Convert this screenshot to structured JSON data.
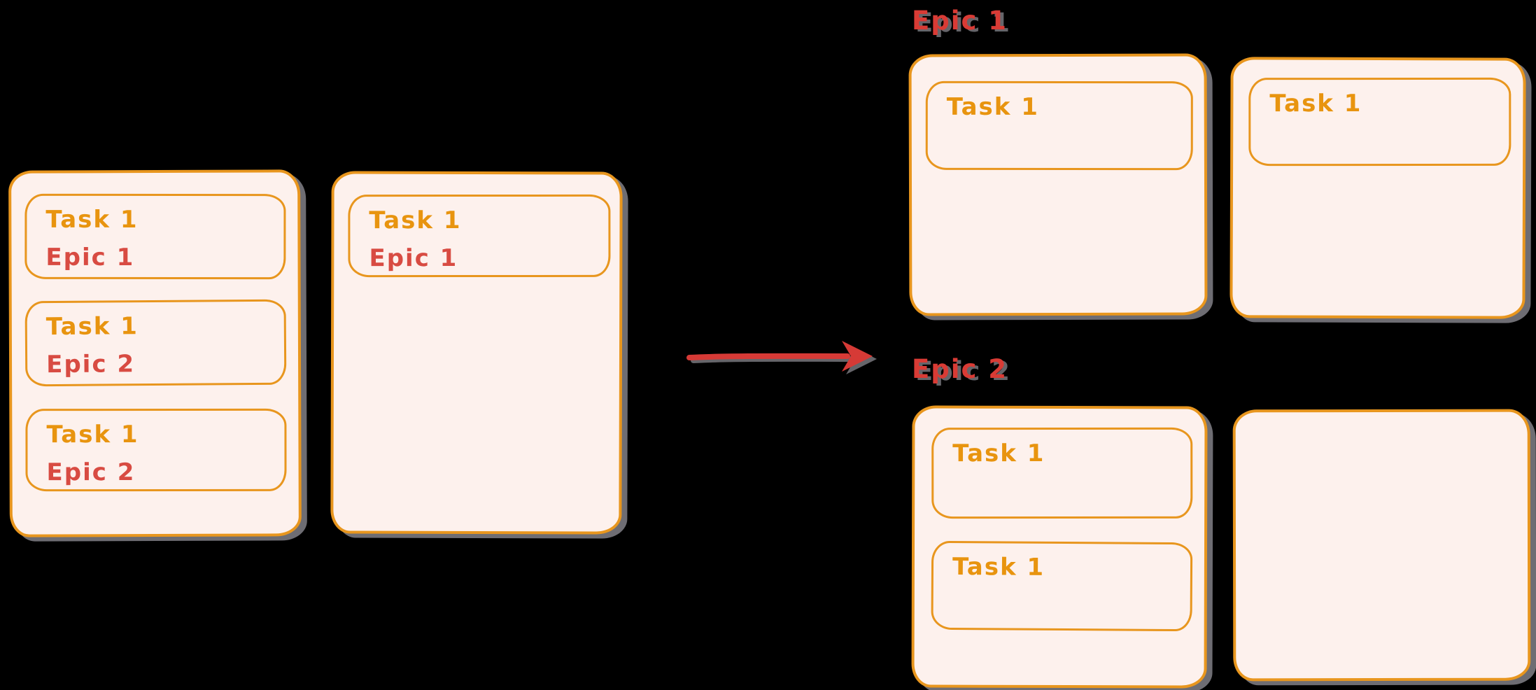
{
  "diagram": {
    "description": "Tasks with epic tags regrouped into per-epic columns",
    "colors": {
      "background": "#000000",
      "card_fill": "#FDF1ED",
      "card_border": "#E8961E",
      "task_text": "#E8940F",
      "epic_tag_text": "#D84B42",
      "epic_label_text": "#D93B35",
      "arrow": "#D63A36",
      "shadow": "#7B7A80"
    }
  },
  "before": {
    "cards": [
      {
        "tasks": [
          {
            "title": "Task 1",
            "epic": "Epic 1"
          },
          {
            "title": "Task 1",
            "epic": "Epic 2"
          },
          {
            "title": "Task 1",
            "epic": "Epic 2"
          }
        ]
      },
      {
        "tasks": [
          {
            "title": "Task 1",
            "epic": "Epic 1"
          }
        ]
      }
    ]
  },
  "arrow": {
    "direction": "right"
  },
  "after": {
    "groups": [
      {
        "label": "Epic 1",
        "cards": [
          {
            "tasks": [
              {
                "title": "Task 1"
              }
            ]
          },
          {
            "tasks": [
              {
                "title": "Task 1"
              }
            ]
          }
        ]
      },
      {
        "label": "Epic 2",
        "cards": [
          {
            "tasks": [
              {
                "title": "Task 1"
              },
              {
                "title": "Task 1"
              }
            ]
          },
          {
            "tasks": []
          }
        ]
      }
    ]
  }
}
